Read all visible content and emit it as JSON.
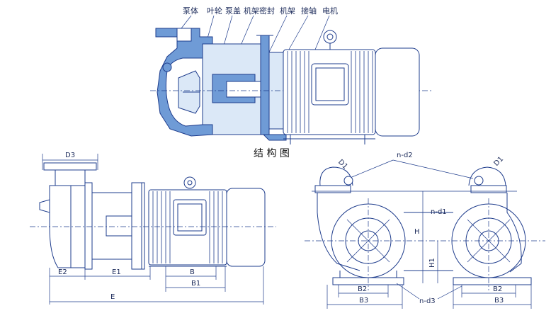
{
  "top_view": {
    "labels": [
      "泵体",
      "叶轮",
      "泵盖",
      "机架密封",
      "机架",
      "接轴",
      "电机"
    ],
    "caption": "结 构 图"
  },
  "side_view": {
    "dims": {
      "D3": "D3",
      "E2": "E2",
      "E1": "E1",
      "B": "B",
      "B1": "B1",
      "E": "E"
    }
  },
  "front_view": {
    "dims": {
      "n_d2": "n-d2",
      "D1_left": "D1",
      "D1_right": "D1",
      "n_d1": "n-d1",
      "H": "H",
      "H1": "H1",
      "B2_left": "B2",
      "B3_left": "B3",
      "B2_right": "B2",
      "B3_right": "B3",
      "n_d3": "n-d3"
    }
  },
  "colors": {
    "line": "#1e3c8c",
    "fill": "#6f9bd6",
    "pale": "#dbe8f7"
  }
}
